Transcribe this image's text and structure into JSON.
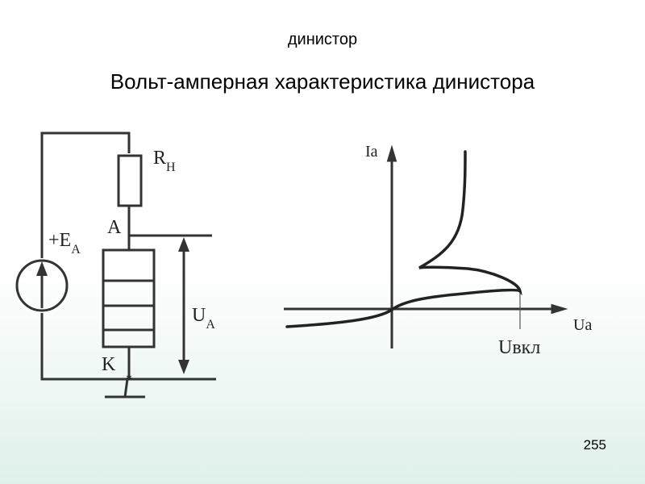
{
  "slide": {
    "title": "динистор",
    "subtitle": "Вольт-амперная характеристика динистора",
    "page_number": "255"
  },
  "circuit": {
    "resistor_symbol": "R",
    "resistor_sub": "Н",
    "source_symbol": "+E",
    "source_sub": "A",
    "anode_label": "A",
    "cathode_label": "K",
    "voltage_symbol": "U",
    "voltage_sub": "A"
  },
  "graph": {
    "y_axis_label": "Iа",
    "x_axis_label": "Uа",
    "switch_on_label": "Uвкл"
  }
}
